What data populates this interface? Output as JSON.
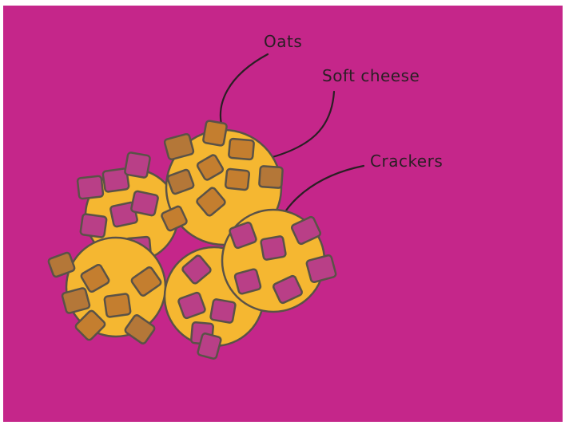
{
  "colors": {
    "background": "#c5268a",
    "frame": "#ffffff",
    "cookie_fill": "#f5b731",
    "cookie_stroke": "#5a5247",
    "oat_chunk": "#c47e2f",
    "oat_chunk_dark": "#b47738",
    "cracker_chunk": "#b93f87",
    "leader_line": "#2a1f24",
    "label_text": "#2a1f24"
  },
  "labels": {
    "oats": "Oats",
    "soft_cheese": "Soft cheese",
    "crackers": "Crackers"
  },
  "illustration": {
    "subject": "cookie-pile",
    "cookie_count": 5,
    "chunk_types": [
      "oat-chunk",
      "cracker-chunk"
    ]
  }
}
